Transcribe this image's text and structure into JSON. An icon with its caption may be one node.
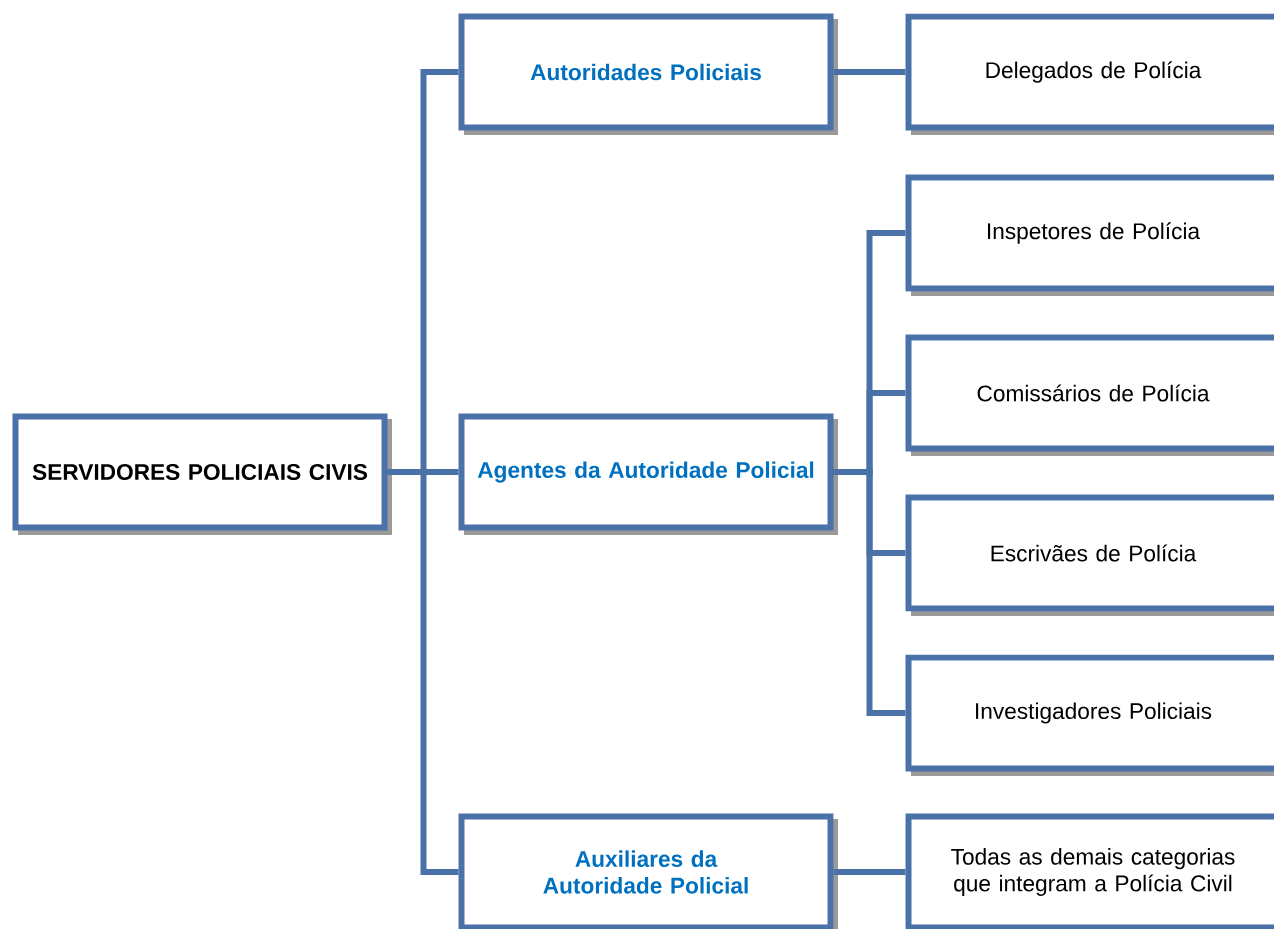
{
  "diagram": {
    "nodes": [
      {
        "text": [
          "SERVIDORES POLICIAIS CIVIS"
        ]
      },
      {
        "text": [
          "Autoridades Policiais"
        ]
      },
      {
        "text": [
          "Delegados de Polícia"
        ]
      },
      {
        "text": [
          "Agentes da Autoridade Policial"
        ]
      },
      {
        "text": [
          "Inspetores de Polícia"
        ]
      },
      {
        "text": [
          "Comissários de Polícia"
        ]
      },
      {
        "text": [
          "Escrivães de Polícia"
        ]
      },
      {
        "text": [
          "Investigadores Policiais"
        ]
      },
      {
        "text": [
          "Auxiliares da Autoridade Policial"
        ]
      },
      {
        "text": [
          "Todas as demais categorias que integram a Polícia Civil"
        ]
      }
    ],
    "edges": [
      {
        "from": 0,
        "to": 1,
        "arrow": "none"
      },
      {
        "from": 0,
        "to": 3,
        "arrow": "none"
      },
      {
        "from": 0,
        "to": 8,
        "arrow": "none"
      },
      {
        "from": 1,
        "to": 2,
        "arrow": "none"
      },
      {
        "from": 3,
        "to": 4,
        "arrow": "none"
      },
      {
        "from": 3,
        "to": 5,
        "arrow": "none"
      },
      {
        "from": 3,
        "to": 6,
        "arrow": "none"
      },
      {
        "from": 3,
        "to": 7,
        "arrow": "none"
      },
      {
        "from": 8,
        "to": 9,
        "arrow": "none"
      }
    ]
  }
}
